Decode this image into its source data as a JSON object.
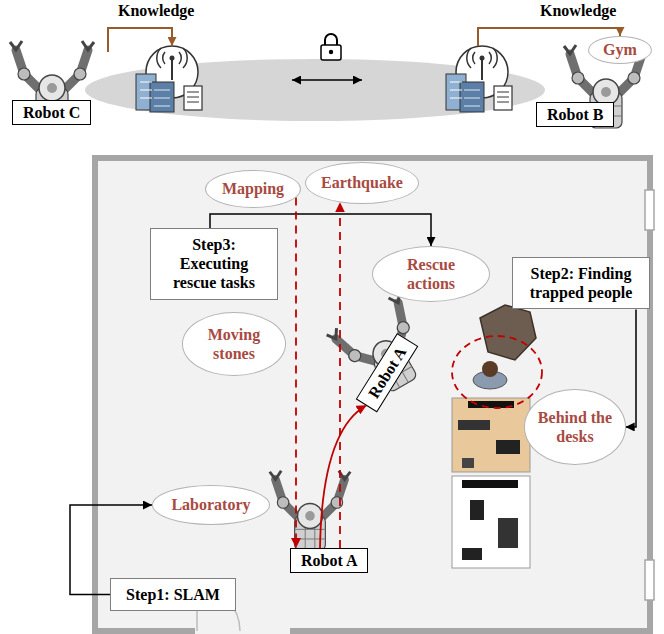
{
  "diagram": {
    "nodes": [
      {
        "text": [
          "Robot C"
        ]
      },
      {
        "text": [
          "Robot B"
        ]
      },
      {
        "text": [
          "Gym"
        ]
      },
      {
        "text": [
          "Mapping"
        ]
      },
      {
        "text": [
          "Earthquake"
        ]
      },
      {
        "text": [
          "Step3: Executing rescue tasks"
        ]
      },
      {
        "text": [
          "Rescue actions"
        ]
      },
      {
        "text": [
          "Step2: Finding trapped people"
        ]
      },
      {
        "text": [
          "Moving stones"
        ]
      },
      {
        "text": [
          "Robot A"
        ]
      },
      {
        "text": [
          "Behind the desks"
        ]
      },
      {
        "text": [
          "Laboratory"
        ]
      },
      {
        "text": [
          "Robot A"
        ]
      },
      {
        "text": [
          "Step1: SLAM"
        ]
      }
    ],
    "edges": [
      {
        "from": 5,
        "to": 6,
        "arrow": "to"
      },
      {
        "from": 7,
        "to": 10,
        "arrow": "to"
      },
      {
        "from": 13,
        "to": 11,
        "arrow": "to"
      },
      {
        "from": 3,
        "to": 12,
        "arrow": "to"
      },
      {
        "from": 12,
        "to": 4,
        "arrow": "to"
      },
      {
        "from": 12,
        "to": 9,
        "arrow": "to"
      }
    ],
    "labels": [
      "Knowledge",
      "Knowledge"
    ]
  }
}
